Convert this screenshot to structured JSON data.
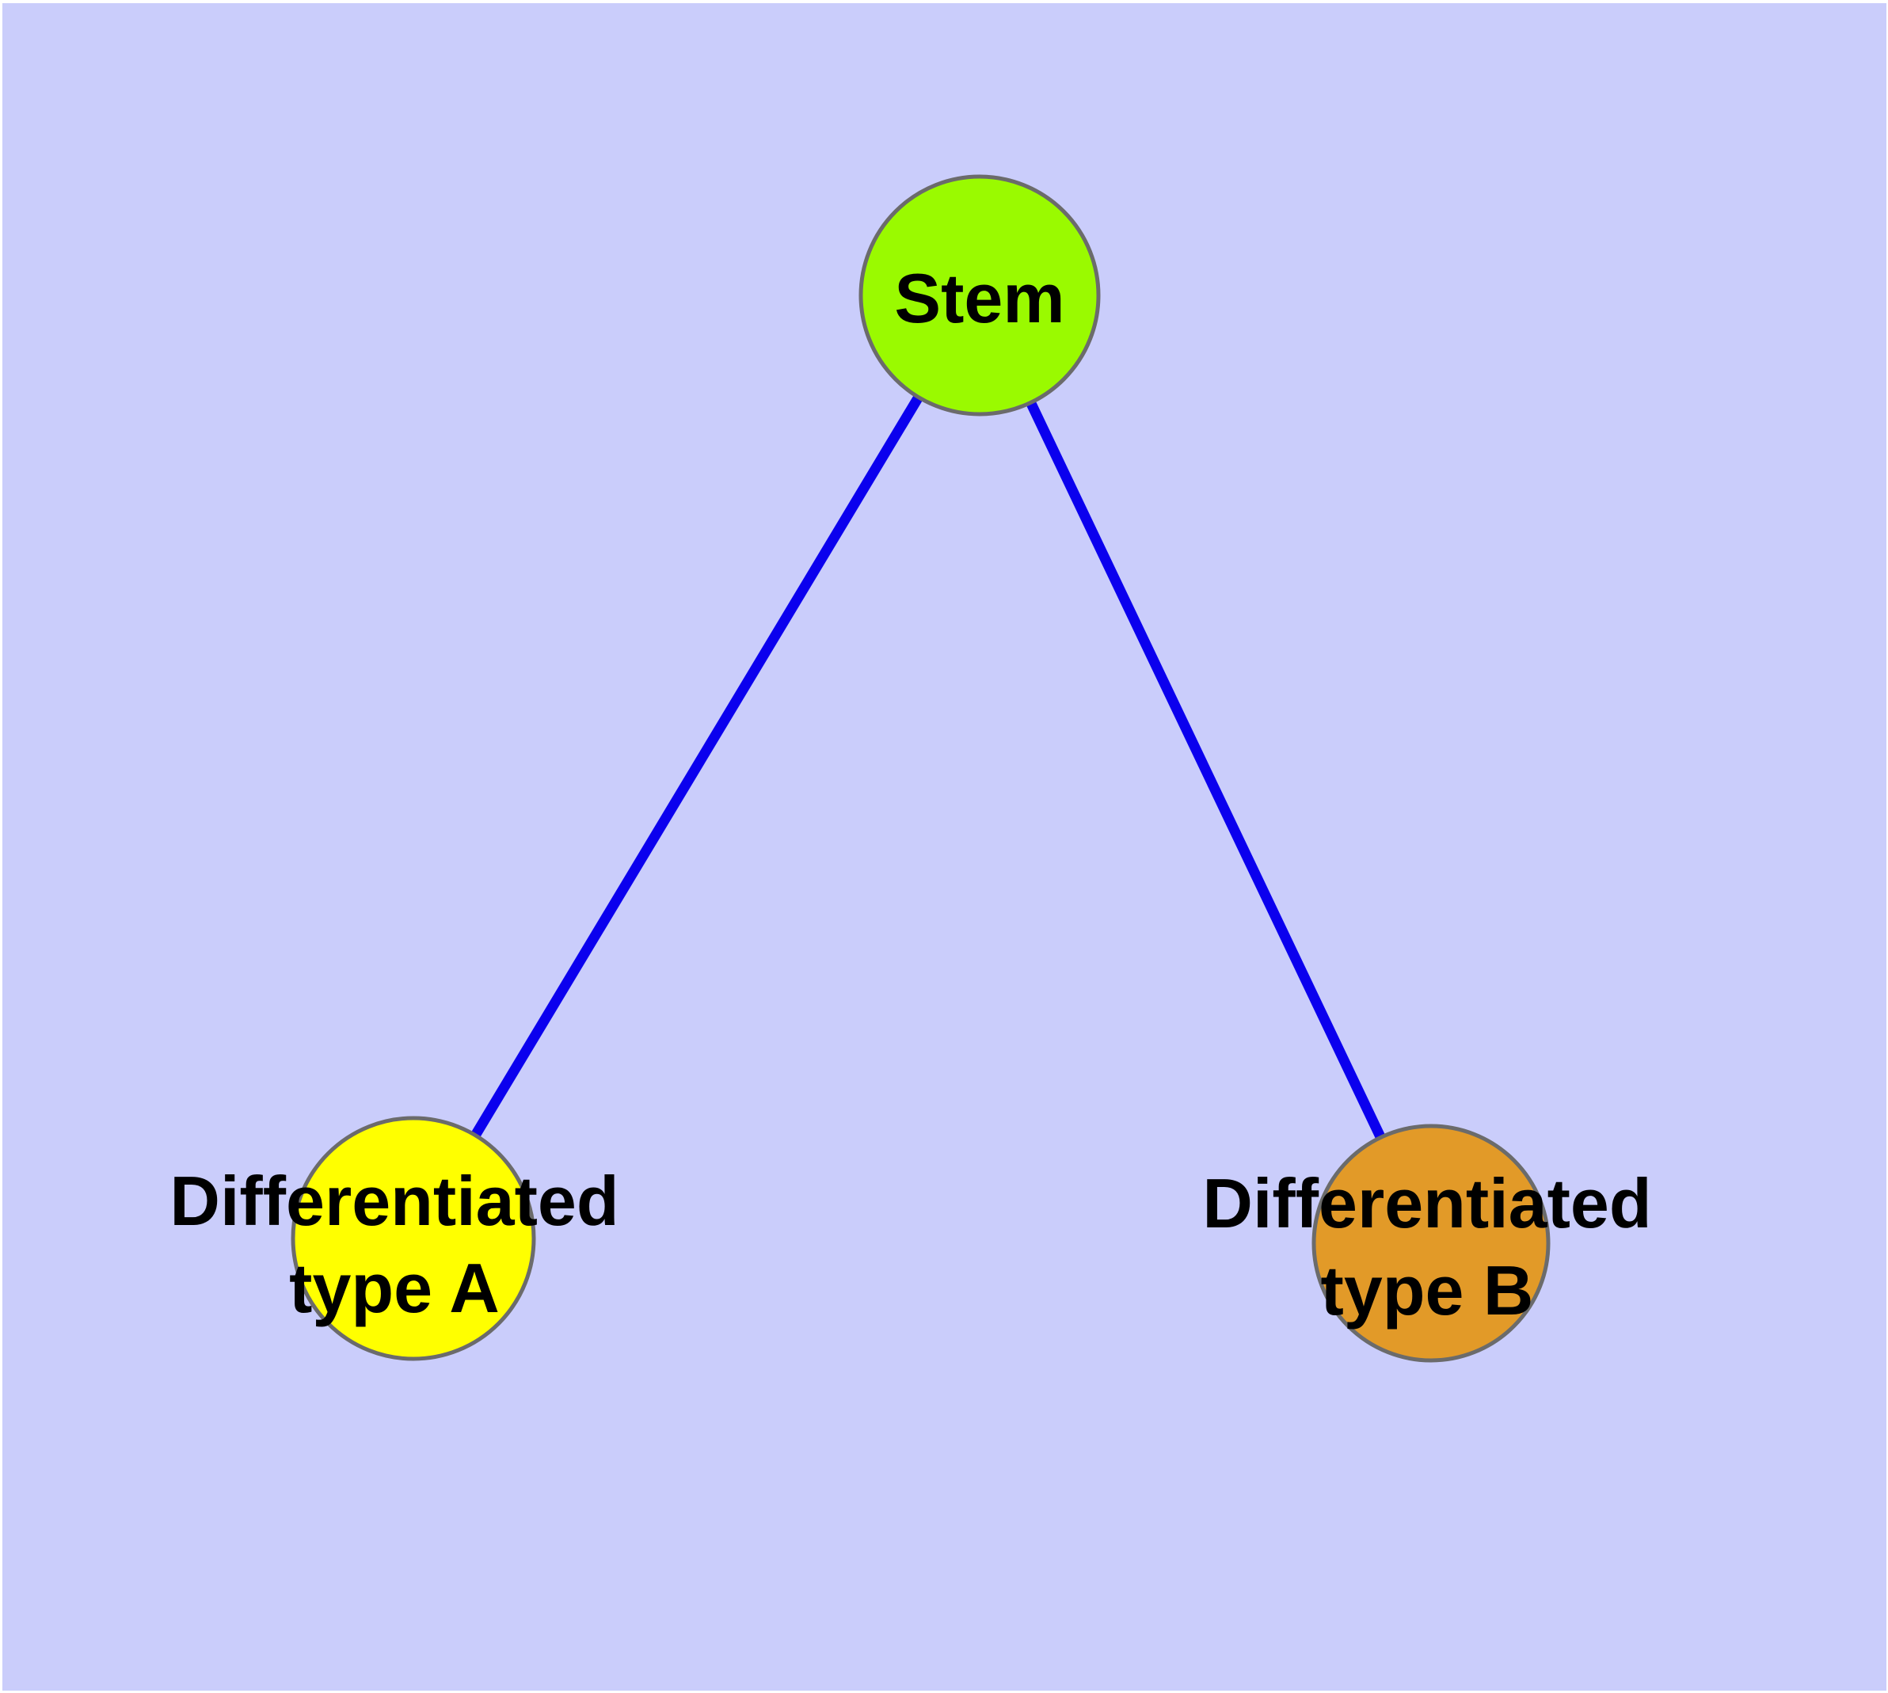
{
  "colors": {
    "page_margin": "#ffffff",
    "background": "#cacdfb",
    "edge": "#0b00ee",
    "node_border": "#6b6b6b",
    "stem_fill": "#9afa00",
    "type_a_fill": "#ffff00",
    "type_b_fill": "#e29a28",
    "label_text": "#000000"
  },
  "nodes": {
    "stem": {
      "label": "Stem"
    },
    "type_a": {
      "label_line1": "Differentiated",
      "label_line2": "type A"
    },
    "type_b": {
      "label_line1": "Differentiated",
      "label_line2": "type B"
    }
  },
  "edges": [
    {
      "from": "Stem",
      "to": "Differentiated type A"
    },
    {
      "from": "Stem",
      "to": "Differentiated type B"
    }
  ]
}
